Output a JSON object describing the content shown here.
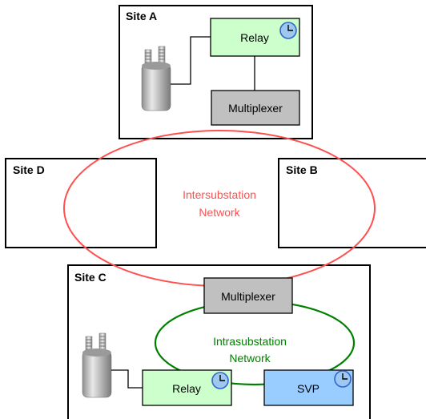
{
  "sites": {
    "a": {
      "label": "Site A"
    },
    "b": {
      "label": "Site B"
    },
    "c": {
      "label": "Site C"
    },
    "d": {
      "label": "Site D"
    }
  },
  "site_a": {
    "relay_label": "Relay",
    "multiplexer_label": "Multiplexer"
  },
  "site_c": {
    "multiplexer_label": "Multiplexer",
    "relay_label": "Relay",
    "svp_label": "SVP"
  },
  "networks": {
    "inter_line1": "Intersubstation",
    "inter_line2": "Network",
    "intra_line1": "Intrasubstation",
    "intra_line2": "Network"
  },
  "colors": {
    "relay_fill": "#ccffcc",
    "multiplexer_fill": "#c0c0c0",
    "svp_fill": "#99ccff",
    "intersubstation_ring": "#ff5050",
    "intrasubstation_ring": "#008000",
    "clock": "#3366cc"
  },
  "icons": {
    "transformer": "transformer-icon",
    "clock": "clock-icon"
  }
}
